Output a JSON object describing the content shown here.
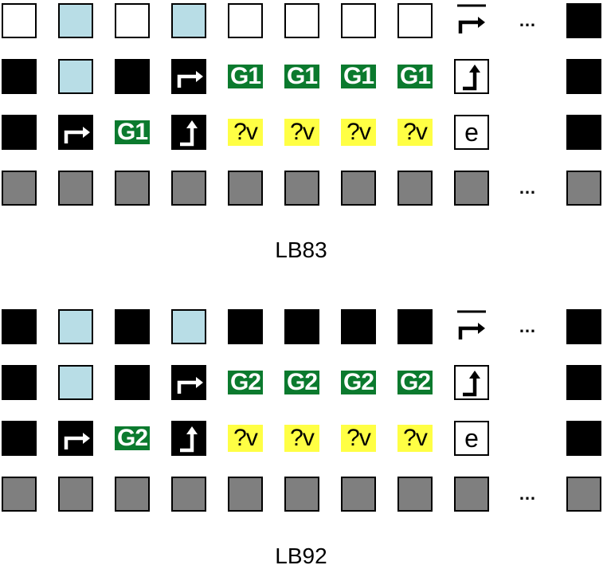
{
  "panels": [
    {
      "label": "LB83",
      "rows": [
        [
          "white",
          "light",
          "white",
          "light",
          "white",
          "white",
          "white",
          "white",
          "arrow-over",
          "dots",
          "black"
        ],
        [
          "black",
          "light",
          "black",
          "arrow-white",
          "G1",
          "G1",
          "G1",
          "G1",
          "uparrow-outline",
          "blank",
          "black"
        ],
        [
          "black",
          "arrow-white",
          "G1g",
          "uparrow-white",
          "?v",
          "?v",
          "?v",
          "?v",
          "e",
          "blank",
          "black"
        ],
        [
          "gray",
          "gray",
          "gray",
          "gray",
          "gray",
          "gray",
          "gray",
          "gray",
          "gray",
          "dots",
          "gray"
        ]
      ]
    },
    {
      "label": "LB92",
      "rows": [
        [
          "black",
          "light",
          "black",
          "light",
          "black",
          "black",
          "black",
          "black",
          "arrow-over",
          "dots",
          "black"
        ],
        [
          "black",
          "light",
          "black",
          "arrow-white",
          "G2",
          "G2",
          "G2",
          "G2",
          "uparrow-outline",
          "blank",
          "black"
        ],
        [
          "black",
          "arrow-white",
          "G2g",
          "uparrow-white",
          "?v",
          "?v",
          "?v",
          "?v",
          "e",
          "blank",
          "black"
        ],
        [
          "gray",
          "gray",
          "gray",
          "gray",
          "gray",
          "gray",
          "gray",
          "gray",
          "gray",
          "dots",
          "gray"
        ]
      ]
    }
  ],
  "symbols": {
    "ellipsis": "…",
    "e": "e",
    "unknown": "?v"
  },
  "colors": {
    "light_blue": "#b8dde6",
    "green": "#0b7a2e",
    "yellow": "#ffff44",
    "gray": "#7f7f7f",
    "black": "#000000"
  }
}
